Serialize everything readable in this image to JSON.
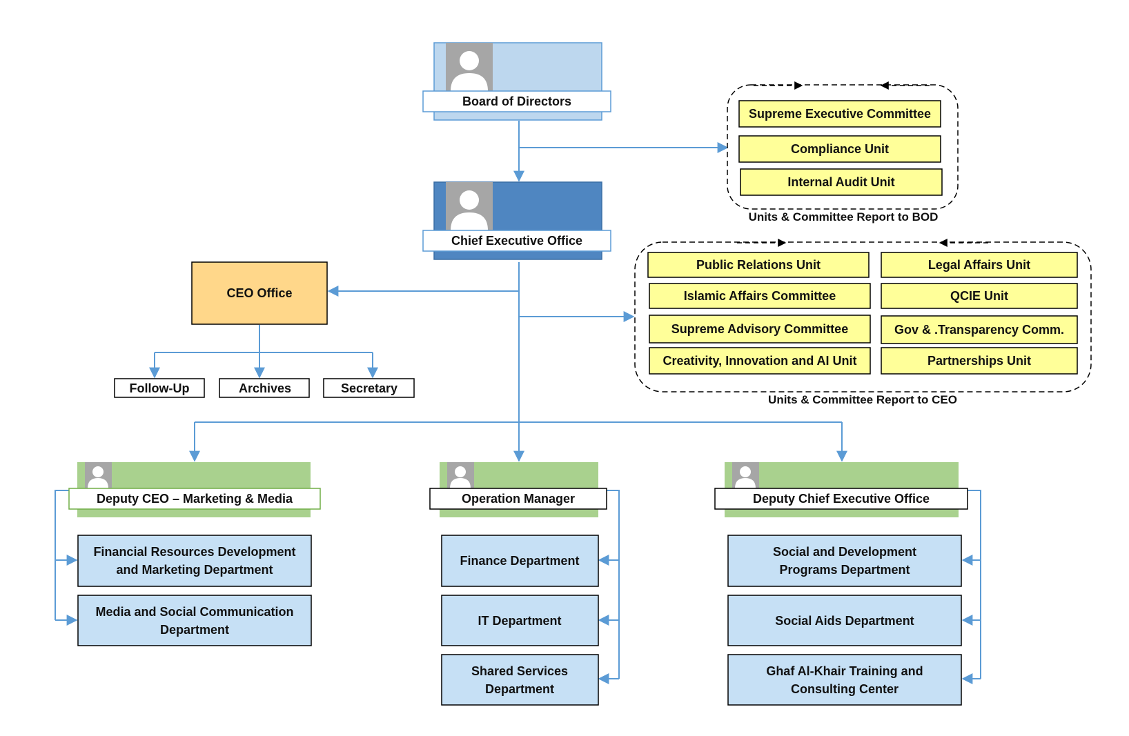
{
  "colors": {
    "connector": "#5b9bd5",
    "bod_panel": "#bdd7ee",
    "ceo_panel": "#4f86c1",
    "deputy_panel": "#a9d18e",
    "unit_fill": "#ffff99",
    "department_fill": "#c6e0f5",
    "ceo_office_fill": "#ffd78a",
    "avatar_bg": "#a6a6a6"
  },
  "top": {
    "board": "Board of Directors",
    "ceo": "Chief Executive Office"
  },
  "bod_units": {
    "caption": "Units & Committee Report to BOD",
    "items": [
      "Supreme Executive Committee",
      "Compliance Unit",
      "Internal Audit Unit"
    ]
  },
  "ceo_units": {
    "caption": "Units & Committee Report to CEO",
    "left": [
      "Public Relations Unit",
      "Islamic Affairs Committee",
      "Supreme Advisory Committee",
      "Creativity, Innovation and AI Unit"
    ],
    "right": [
      "Legal Affairs Unit",
      "QCIE Unit",
      "Gov & .Transparency Comm.",
      "Partnerships Unit"
    ]
  },
  "ceo_office": {
    "title": "CEO Office",
    "children": [
      "Follow-Up",
      "Archives",
      "Secretary"
    ]
  },
  "deputies": [
    {
      "title": "Deputy CEO – Marketing & Media",
      "departments": [
        [
          "Financial Resources Development",
          "and Marketing Department"
        ],
        [
          "Media and Social Communication",
          "Department"
        ]
      ]
    },
    {
      "title": "Operation Manager",
      "departments": [
        [
          "Finance Department"
        ],
        [
          "IT Department"
        ],
        [
          "Shared Services",
          "Department"
        ]
      ]
    },
    {
      "title": "Deputy Chief Executive Office",
      "departments": [
        [
          "Social and Development",
          "Programs Department"
        ],
        [
          "Social Aids Department"
        ],
        [
          "Ghaf Al-Khair Training and",
          "Consulting Center"
        ]
      ]
    }
  ]
}
